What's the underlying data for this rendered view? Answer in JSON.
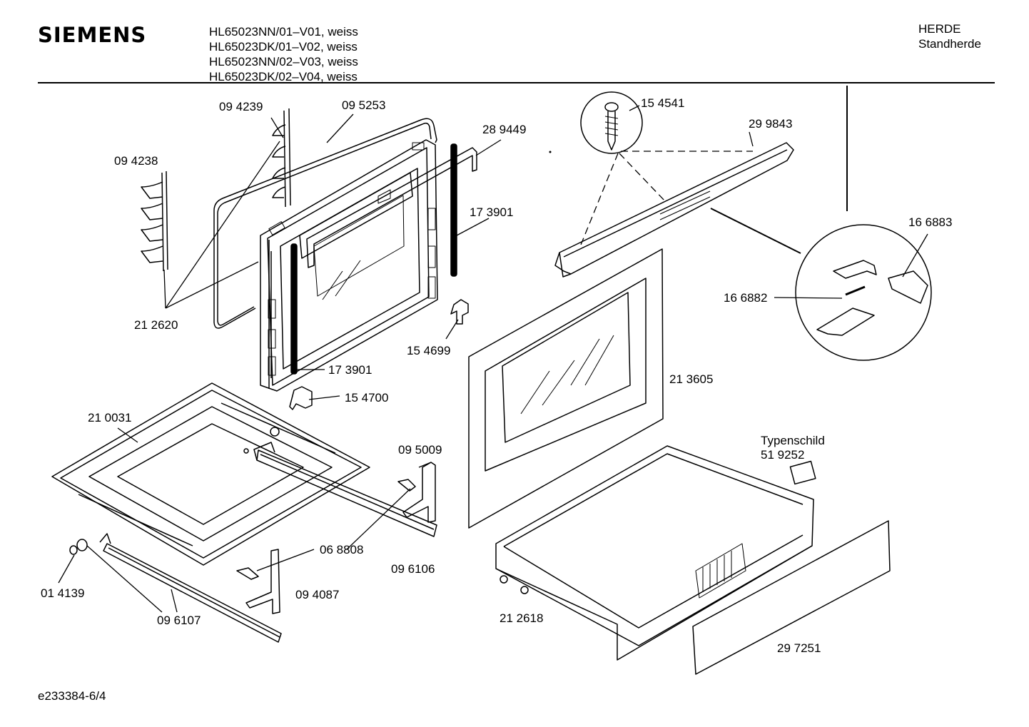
{
  "header": {
    "brand": "SIEMENS",
    "models": [
      "HL65023NN/01–V01, weiss",
      "HL65023DK/01–V02, weiss",
      "HL65023NN/02–V03, weiss",
      "HL65023DK/02–V04, weiss"
    ],
    "category": "HERDE",
    "subcategory": "Standherde"
  },
  "footer": {
    "drawing_code": "e233384-6/4"
  },
  "part_labels": {
    "p094239": "09 4239",
    "p095253": "09 5253",
    "p289449": "28 9449",
    "p094238": "09 4238",
    "p173901_top": "17 3901",
    "p212620": "21 2620",
    "p154699": "15 4699",
    "p173901_bottom": "17 3901",
    "p154700": "15 4700",
    "p210031": "21 0031",
    "p095009": "09 5009",
    "p068808": "06 8808",
    "p096106": "09 6106",
    "p014139": "01 4139",
    "p094087": "09 4087",
    "p096107": "09 6107",
    "p154541": "15 4541",
    "p299843": "29 9843",
    "p166883": "16 6883",
    "p166882": "16 6882",
    "p213605": "21 3605",
    "typenschild": "Typenschild",
    "p519252": "51 9252",
    "p212618": "21 2618",
    "p297251": "29 7251"
  }
}
